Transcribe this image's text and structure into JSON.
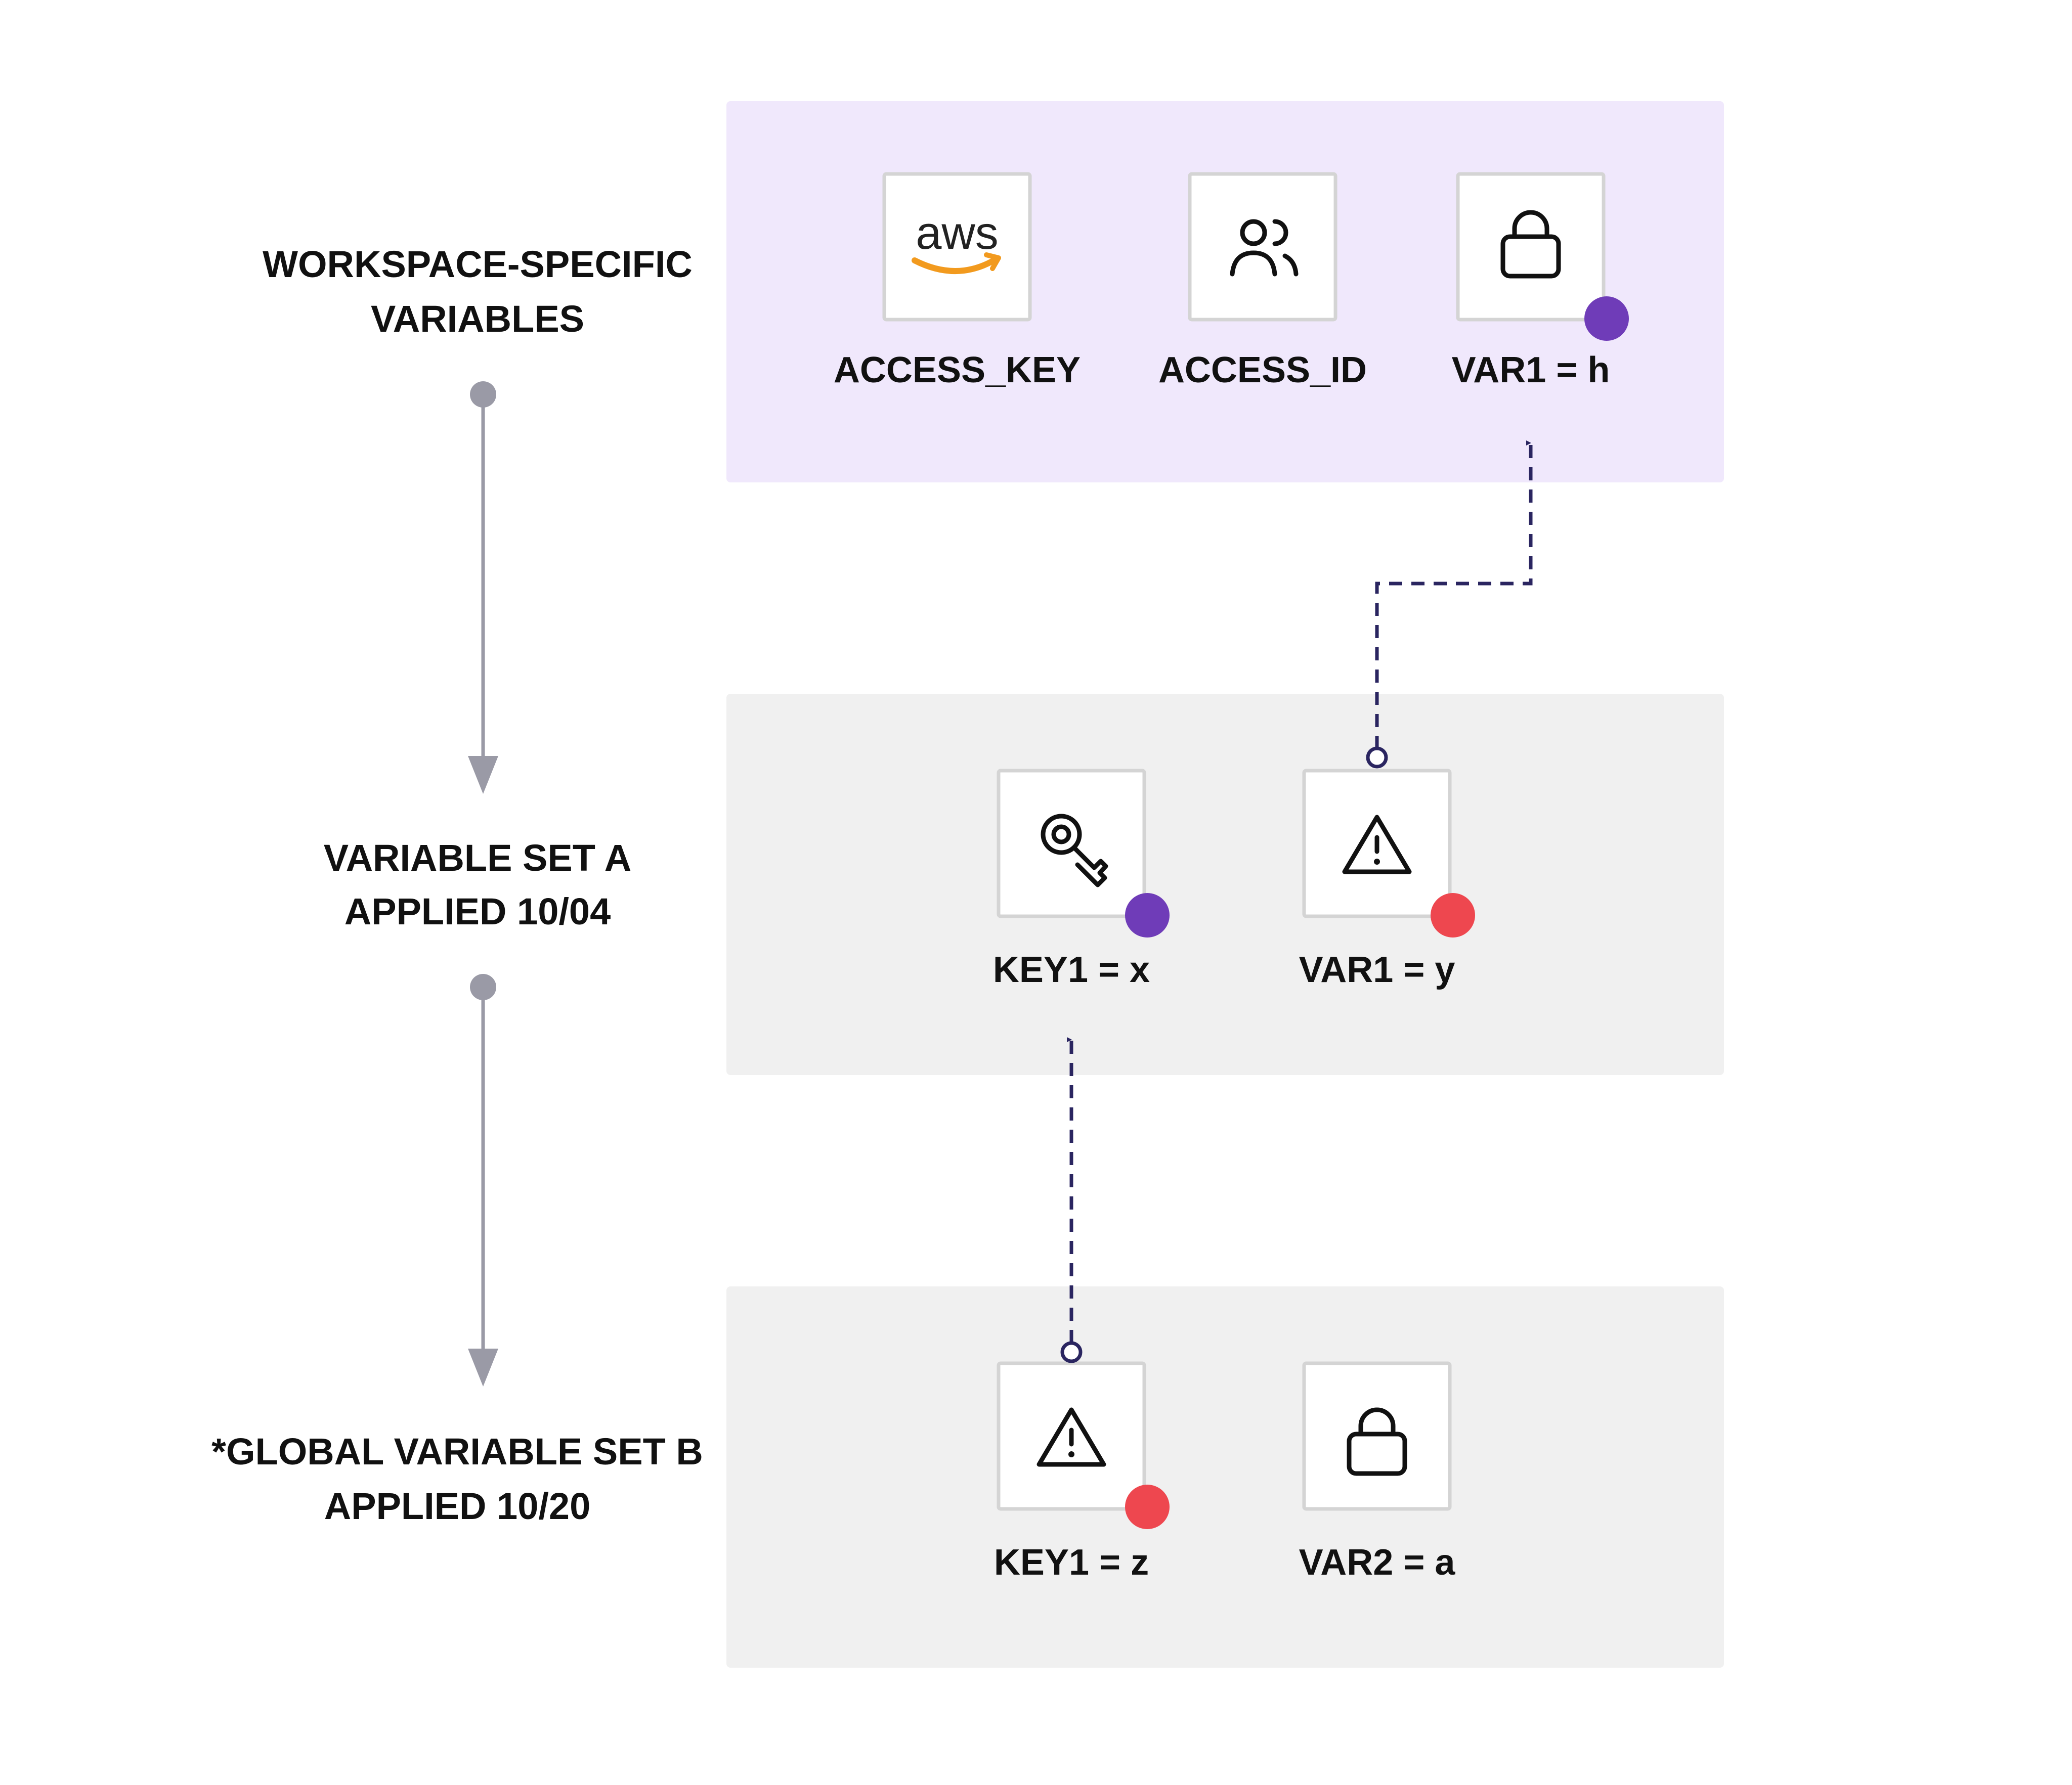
{
  "colors": {
    "workspace_panel": "#f0e8fc",
    "set_panel": "#f0f0f0",
    "timeline": "#9a9aa6",
    "arrow": "#2a2560",
    "purple_badge": "#6f3cb8",
    "red_badge": "#ee474f",
    "aws_orange": "#f29a1e"
  },
  "rows": [
    {
      "label_lines": [
        "WORKSPACE-SPECIFIC",
        "VARIABLES"
      ]
    },
    {
      "label_lines": [
        "VARIABLE SET A",
        "APPLIED 10/04"
      ]
    },
    {
      "label_lines": [
        "*GLOBAL VARIABLE SET B",
        "APPLIED 10/20"
      ]
    }
  ],
  "workspace_vars": [
    {
      "label": "ACCESS_KEY",
      "icon": "aws-logo-icon",
      "logo_text": "aws",
      "badge": null
    },
    {
      "label": "ACCESS_ID",
      "icon": "users-icon",
      "badge": null
    },
    {
      "label": "VAR1 = h",
      "icon": "lock-icon",
      "badge": "purple"
    }
  ],
  "set_a_vars": [
    {
      "label": "KEY1 = x",
      "icon": "key-icon",
      "badge": "purple"
    },
    {
      "label": "VAR1 = y",
      "icon": "warning-icon",
      "badge": "red"
    }
  ],
  "set_b_vars": [
    {
      "label": "KEY1 = z",
      "icon": "warning-icon",
      "badge": "red"
    },
    {
      "label": "VAR2 = a",
      "icon": "lock-icon",
      "badge": null
    }
  ],
  "overrides": [
    {
      "from": "VAR1 = y",
      "to": "VAR1 = h"
    },
    {
      "from": "KEY1 = z",
      "to": "KEY1 = x"
    }
  ]
}
